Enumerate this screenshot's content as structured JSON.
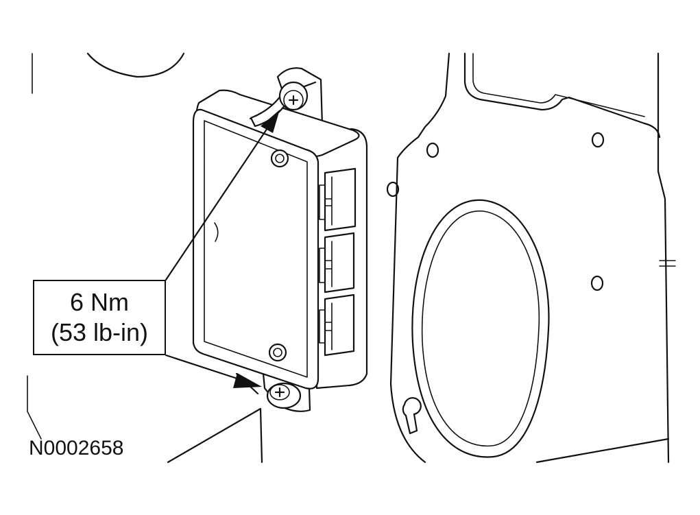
{
  "torque_callout": {
    "metric": "6 Nm",
    "imperial": "(53 lb-in)"
  },
  "figure_id": "N0002658",
  "colors": {
    "line": "#111111",
    "background": "#ffffff"
  }
}
